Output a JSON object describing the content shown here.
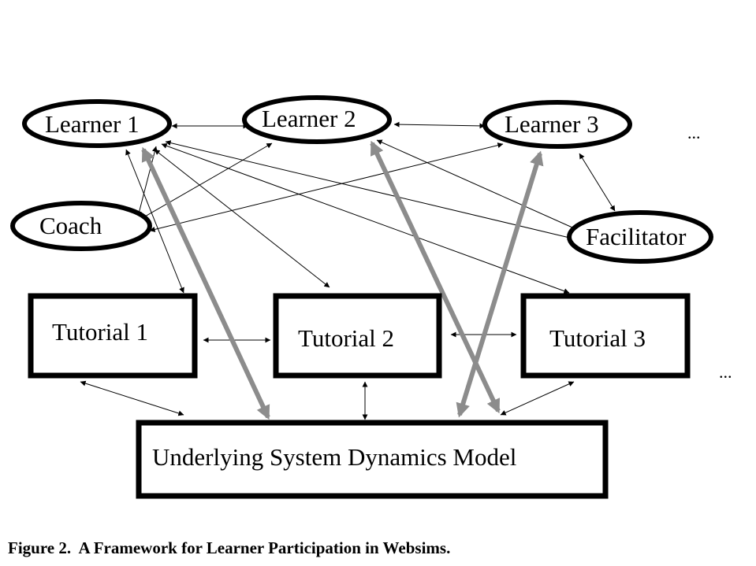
{
  "nodes": {
    "learner1": "Learner 1",
    "learner2": "Learner 2",
    "learner3": "Learner 3",
    "coach": "Coach",
    "facilitator": "Facilitator",
    "tutorial1": "Tutorial 1",
    "tutorial2": "Tutorial 2",
    "tutorial3": "Tutorial 3",
    "model": "Underlying System Dynamics Model"
  },
  "ellipsis_learners": "...",
  "ellipsis_tutorials": "...",
  "caption": "Figure 2.  A Framework for Learner Participation in Websims.",
  "colors": {
    "line": "#000000",
    "thick_arrow": "#8c8c8c",
    "background": "#ffffff"
  }
}
